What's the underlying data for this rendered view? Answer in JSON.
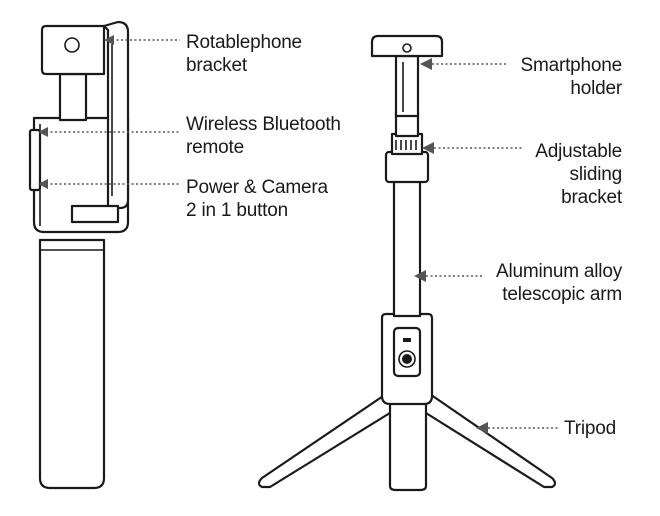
{
  "labels": {
    "rotatable_bracket": [
      "Rotablephone",
      "bracket"
    ],
    "bluetooth_remote": [
      "Wireless Bluetooth",
      "remote"
    ],
    "power_camera": [
      "Power & Camera",
      "2 in 1 button"
    ],
    "smartphone_holder": [
      "Smartphone",
      "holder"
    ],
    "sliding_bracket": [
      "Adjustable",
      "sliding",
      "bracket"
    ],
    "telescopic_arm": [
      "Aluminum alloy",
      "telescopic arm"
    ],
    "tripod": [
      "Tripod"
    ]
  },
  "colors": {
    "outline": "#1a1a1a",
    "leader": "#555555",
    "background": "#ffffff"
  }
}
